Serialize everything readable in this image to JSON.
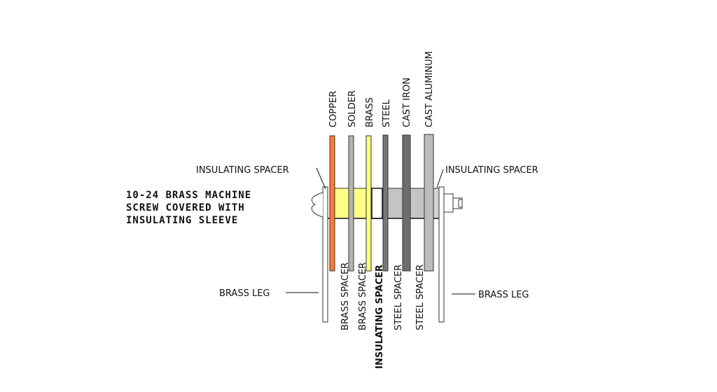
{
  "top_labels": [
    "COPPER",
    "SOLDER",
    "BRASS",
    "STEEL",
    "CAST IRON",
    "CAST ALUMINUM"
  ],
  "bottom_labels": [
    "BRASS SPACER",
    "BRASS SPACER",
    "INSULATING SPACER",
    "STEEL SPACER",
    "STEEL SPACER"
  ],
  "left_spacer_label": "INSULATING SPACER",
  "right_spacer_label": "INSULATING SPACER",
  "screw_label": [
    "10-24 BRASS MACHINE",
    "SCREW COVERED WITH",
    "INSULATING SLEEVE"
  ],
  "left_leg_label": "BRASS LEG",
  "right_leg_label": "BRASS LEG",
  "colors": {
    "copper": "#ff7a30",
    "solder": "#b4b4b4",
    "brass": "#ffff80",
    "steel": "#777777",
    "cast_iron": "#6e6e6e",
    "cast_aluminum": "#bcbcbc",
    "brass_spacer": "#ffff88",
    "steel_spacer": "#c4c4c4"
  }
}
